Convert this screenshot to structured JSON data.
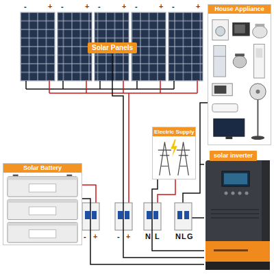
{
  "diagram": {
    "nodes": [
      {
        "text": [
          "Solar Panels"
        ]
      },
      {
        "text": [
          "House Appliance"
        ]
      },
      {
        "text": [
          "Solar Battery"
        ]
      },
      {
        "text": [
          "Electric Supply"
        ]
      },
      {
        "text": [
          "solar inverter"
        ]
      }
    ],
    "edges": [
      {
        "from": 0,
        "to": 4,
        "arrow": "none"
      },
      {
        "from": 2,
        "to": 4,
        "arrow": "none"
      },
      {
        "from": 3,
        "to": 4,
        "arrow": "none"
      },
      {
        "from": 4,
        "to": 1,
        "arrow": "none"
      }
    ],
    "labels": [
      "-",
      "+",
      "-",
      "+",
      "-",
      "+",
      "-",
      "+",
      "-",
      "+",
      "-",
      "+",
      "-",
      "+",
      "N",
      "L",
      "N",
      "L",
      "G"
    ]
  }
}
